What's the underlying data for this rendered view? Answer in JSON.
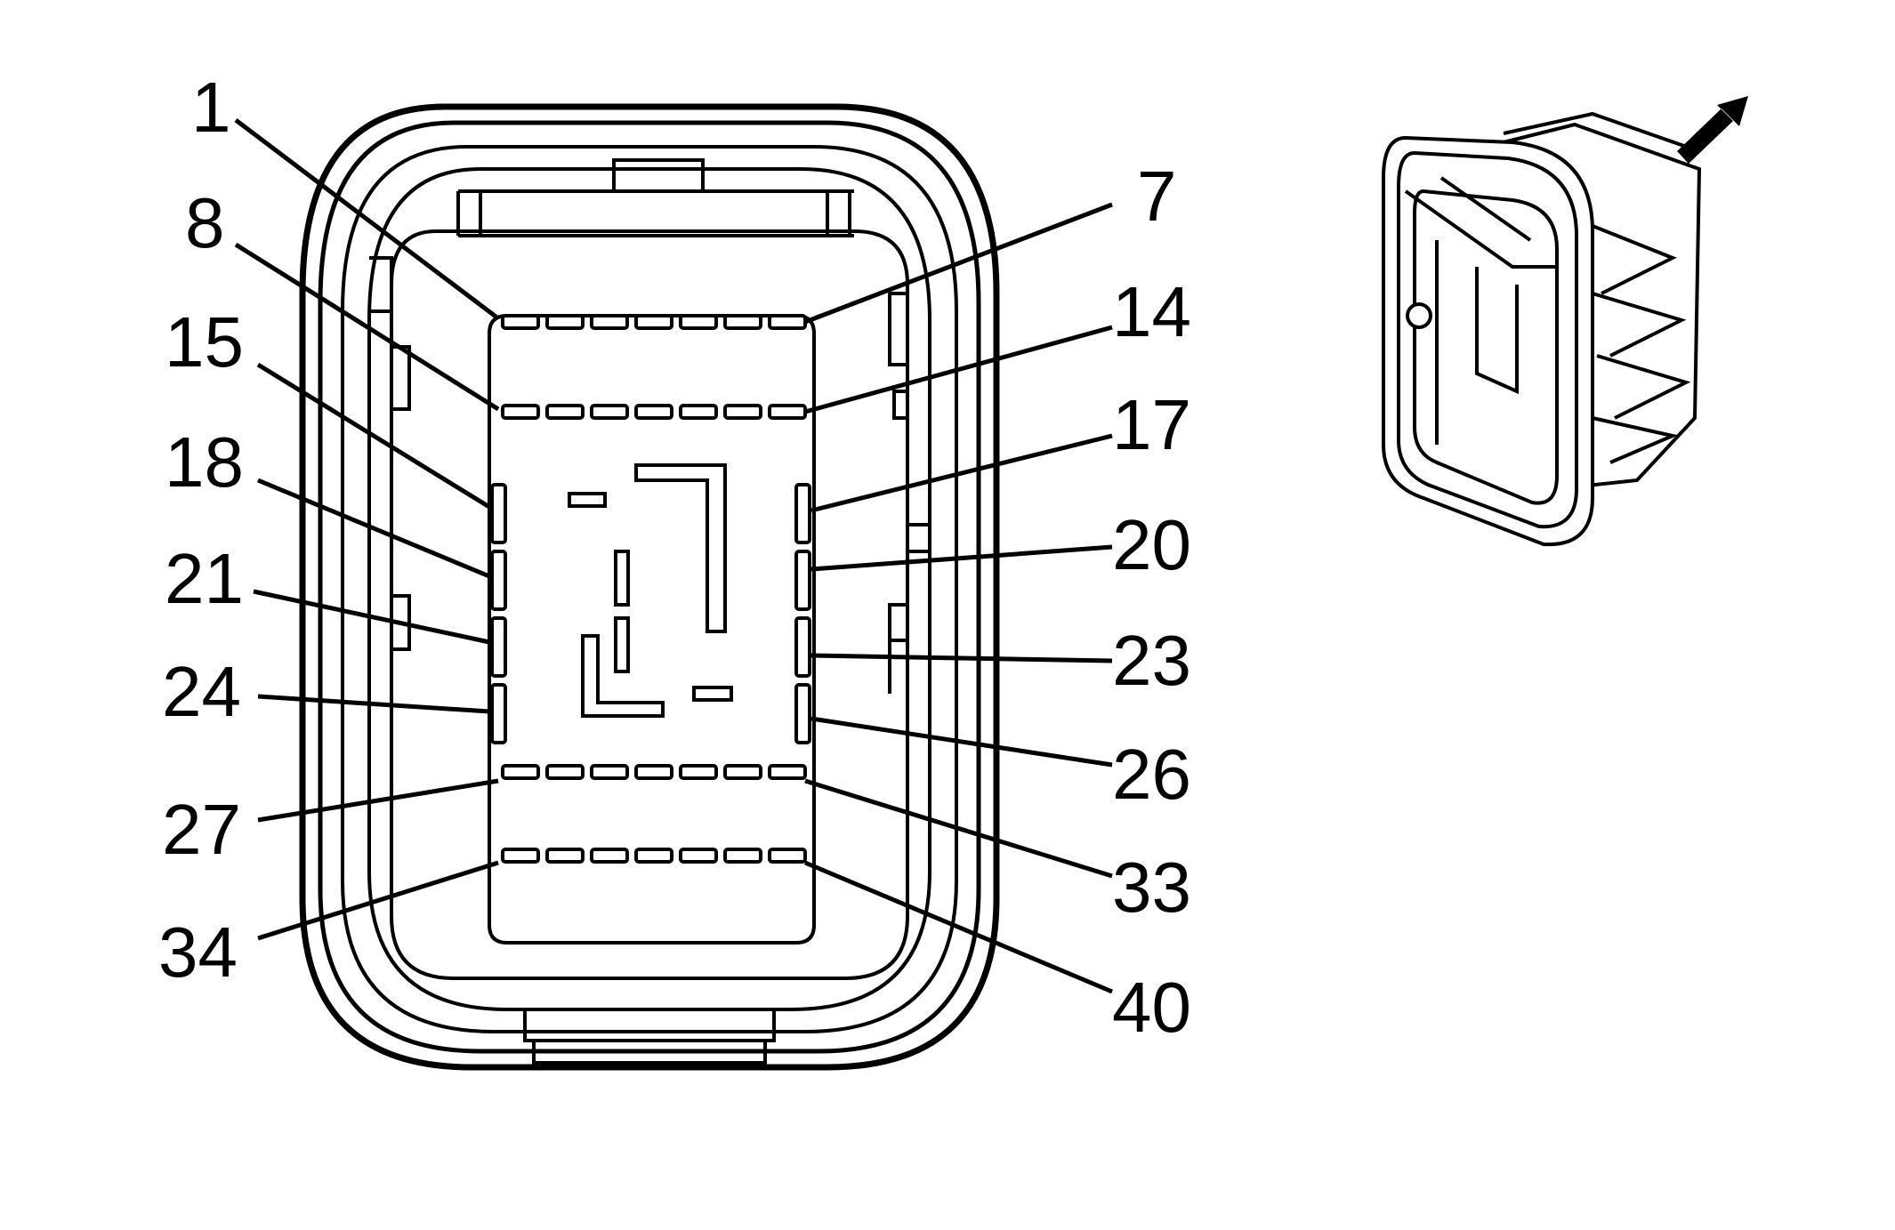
{
  "diagram": {
    "pin_labels": [
      {
        "id": "p1",
        "text": "1"
      },
      {
        "id": "p7",
        "text": "7"
      },
      {
        "id": "p8",
        "text": "8"
      },
      {
        "id": "p14",
        "text": "14"
      },
      {
        "id": "p15",
        "text": "15"
      },
      {
        "id": "p17",
        "text": "17"
      },
      {
        "id": "p18",
        "text": "18"
      },
      {
        "id": "p20",
        "text": "20"
      },
      {
        "id": "p21",
        "text": "21"
      },
      {
        "id": "p23",
        "text": "23"
      },
      {
        "id": "p24",
        "text": "24"
      },
      {
        "id": "p26",
        "text": "26"
      },
      {
        "id": "p27",
        "text": "27"
      },
      {
        "id": "p33",
        "text": "33"
      },
      {
        "id": "p34",
        "text": "34"
      },
      {
        "id": "p40",
        "text": "40"
      }
    ],
    "line_color": "#000000",
    "background_color": "#ffffff"
  }
}
